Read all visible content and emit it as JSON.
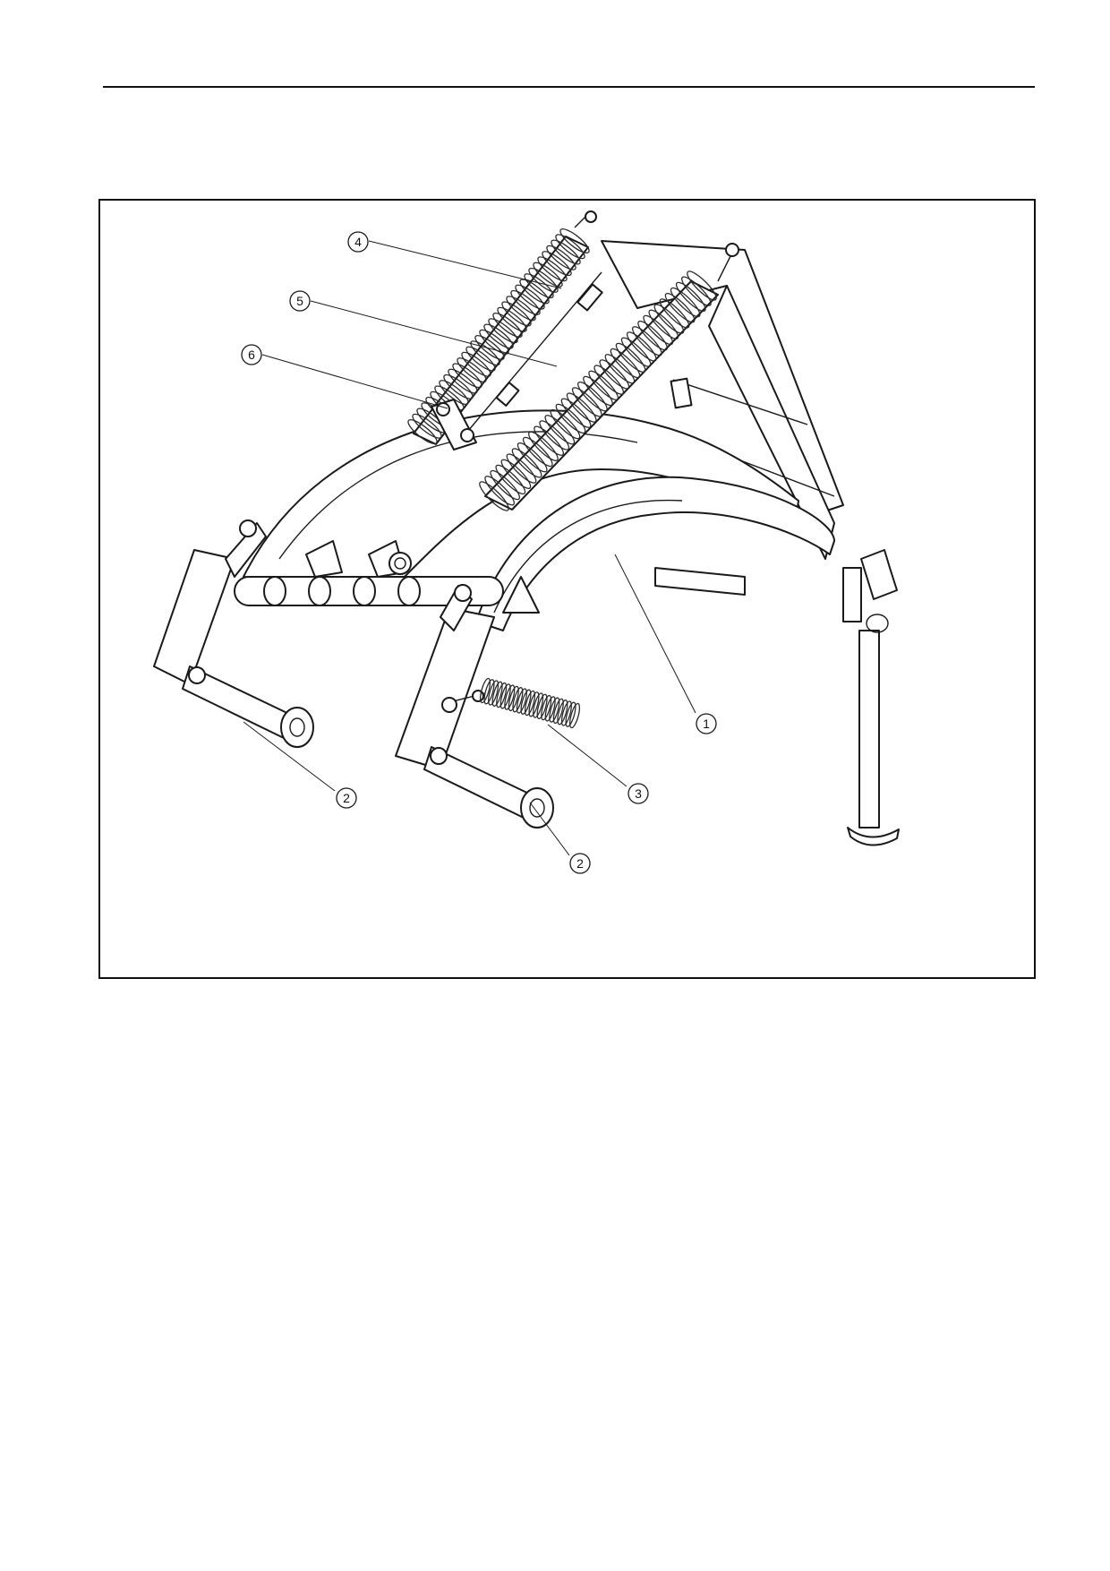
{
  "figure": {
    "callouts": [
      {
        "id": "c4",
        "label": "4"
      },
      {
        "id": "c5",
        "label": "5"
      },
      {
        "id": "c6",
        "label": "6"
      },
      {
        "id": "c1",
        "label": "1"
      },
      {
        "id": "c2a",
        "label": "2"
      },
      {
        "id": "c3",
        "label": "3"
      },
      {
        "id": "c2b",
        "label": "2"
      }
    ]
  }
}
